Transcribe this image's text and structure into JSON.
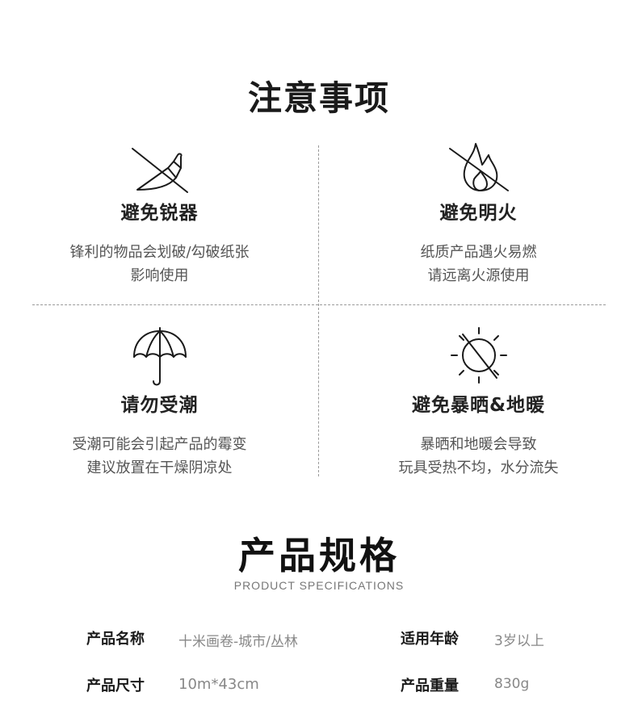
{
  "precautions": {
    "title": "注意事项",
    "items": [
      {
        "icon": "no-knife-icon",
        "heading": "避免锐器",
        "desc": [
          "锋利的物品会划破/勾破纸张",
          "影响使用"
        ]
      },
      {
        "icon": "no-fire-icon",
        "heading": "避免明火",
        "desc": [
          "纸质产品遇火易燃",
          "请远离火源使用"
        ]
      },
      {
        "icon": "umbrella-icon",
        "heading": "请勿受潮",
        "desc": [
          "受潮可能会引起产品的霉变",
          "建议放置在干燥阴凉处"
        ]
      },
      {
        "icon": "no-sun-icon",
        "heading": "避免暴晒&地暖",
        "desc": [
          "暴晒和地暖会导致",
          "玩具受热不均，水分流失"
        ]
      }
    ]
  },
  "specs": {
    "title": "产品规格",
    "subtitle": "PRODUCT SPECIFICATIONS",
    "rows": [
      {
        "label": "产品名称",
        "value": "十米画卷-城市/丛林"
      },
      {
        "label": "适用年龄",
        "value": "3岁以上"
      },
      {
        "label": "产品尺寸",
        "value": "10m*43cm"
      },
      {
        "label": "产品重量",
        "value": "830g"
      }
    ]
  }
}
